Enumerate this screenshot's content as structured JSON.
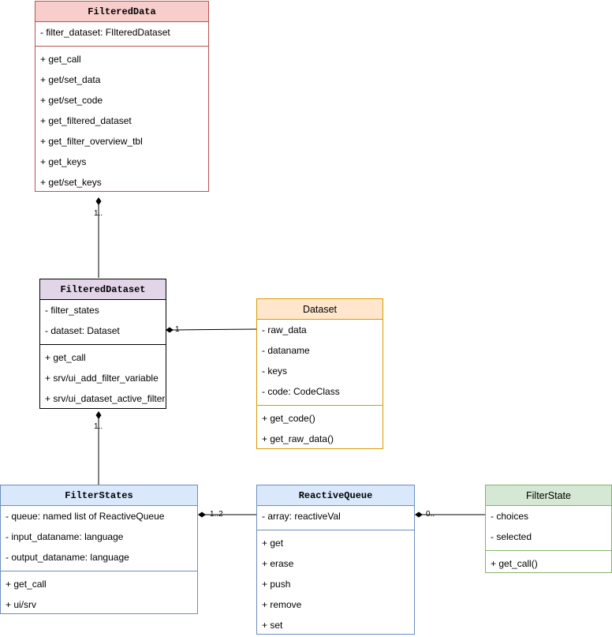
{
  "classes": {
    "filtered_data": {
      "name": "FilteredData",
      "attributes": [
        "- filter_dataset: FIlteredDataset"
      ],
      "methods": [
        "+ get_call",
        "+ get/set_data",
        "+ get/set_code",
        "+ get_filtered_dataset",
        "+ get_filter_overview_tbl",
        "+ get_keys",
        "+ get/set_keys"
      ],
      "fill": "#f8cecc",
      "stroke": "#b85450"
    },
    "filtered_dataset": {
      "name": "FilteredDataset",
      "attributes": [
        "- filter_states",
        "- dataset: Dataset"
      ],
      "methods": [
        "+ get_call",
        "+ srv/ui_add_filter_variable",
        "+ srv/ui_dataset_active_filter"
      ],
      "fill": "#e1d5e7",
      "stroke": "#000000"
    },
    "dataset": {
      "name": "Dataset",
      "attributes": [
        "- raw_data",
        "- dataname",
        "- keys",
        "- code: CodeClass"
      ],
      "methods": [
        "+ get_code()",
        "+ get_raw_data()"
      ],
      "fill": "#ffe6cc",
      "stroke": "#d79b00"
    },
    "filter_states": {
      "name": "FilterStates",
      "attributes": [
        "- queue: named list of ReactiveQueue",
        "- input_dataname: language",
        "- output_dataname: language"
      ],
      "methods": [
        "+ get_call",
        "+ ui/srv"
      ],
      "fill": "#dae8fc",
      "stroke": "#6c8ebf"
    },
    "reactive_queue": {
      "name": "ReactiveQueue",
      "attributes": [
        "- array: reactiveVal"
      ],
      "methods": [
        "+ get",
        "+ erase",
        "+ push",
        "+ remove",
        "+ set"
      ],
      "fill": "#dae8fc",
      "stroke": "#6c8ebf"
    },
    "filter_state": {
      "name": "FilterState",
      "attributes": [
        "- choices",
        "- selected"
      ],
      "methods": [
        "+ get_call()"
      ],
      "fill": "#d5e8d4",
      "stroke": "#82b366"
    }
  },
  "multiplicities": {
    "data_to_dataset": "1..",
    "dataset_to_source": "1",
    "dataset_to_states": "1..",
    "states_to_queue": "1..2",
    "queue_to_state": "0.."
  }
}
